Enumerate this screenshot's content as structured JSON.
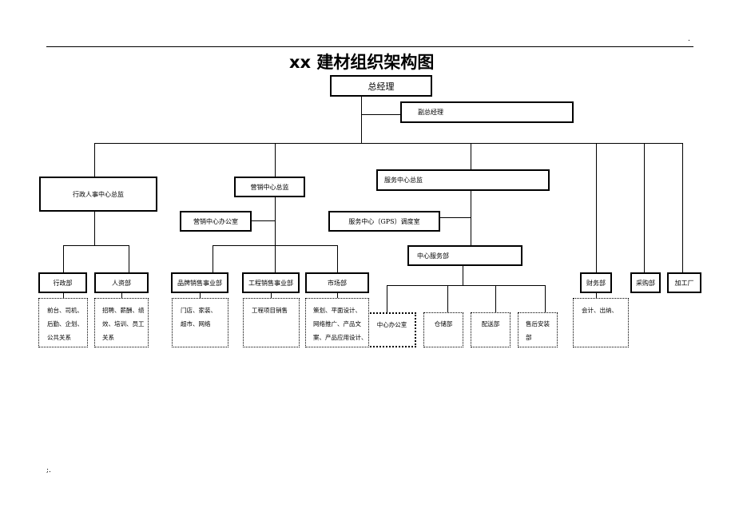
{
  "corner_mark": ".",
  "footer_mark": ";.",
  "title": "xx 建材组织架构图",
  "gm": "总经理",
  "deputy": "副总经理",
  "admin_hr_director": "行政人事中心总监",
  "marketing_director": "营销中心总监",
  "marketing_office": "营销中心办公室",
  "service_director": "服务中心总监",
  "dispatch_room": "服务中心（GPS）调度室",
  "center_service_dept": "中心服务部",
  "depts": {
    "admin": "行政部",
    "hr": "人资部",
    "brand_sales": "品牌销售事业部",
    "project_sales": "工程销售事业部",
    "market": "市场部",
    "finance": "财务部",
    "purchasing": "采购部",
    "processing": "加工厂"
  },
  "service_units": {
    "center_office": "中心办公室",
    "warehouse": "仓储部",
    "delivery": "配送部",
    "after_sales": [
      "售后安装",
      "部"
    ]
  },
  "duties": {
    "admin": [
      "前台、司机、",
      "后勤、企划、",
      "公共关系"
    ],
    "hr": [
      "招聘、薪酬、绩",
      "效、培训、员工",
      "关系"
    ],
    "brand_sales": [
      "门店、家装、",
      "超市、网络"
    ],
    "project_sales": [
      "工程项目销售"
    ],
    "market": [
      "策划、平面设计、",
      "网络推广、产品文",
      "案、产品应用设计、"
    ],
    "finance": [
      "会计、出纳、"
    ]
  }
}
